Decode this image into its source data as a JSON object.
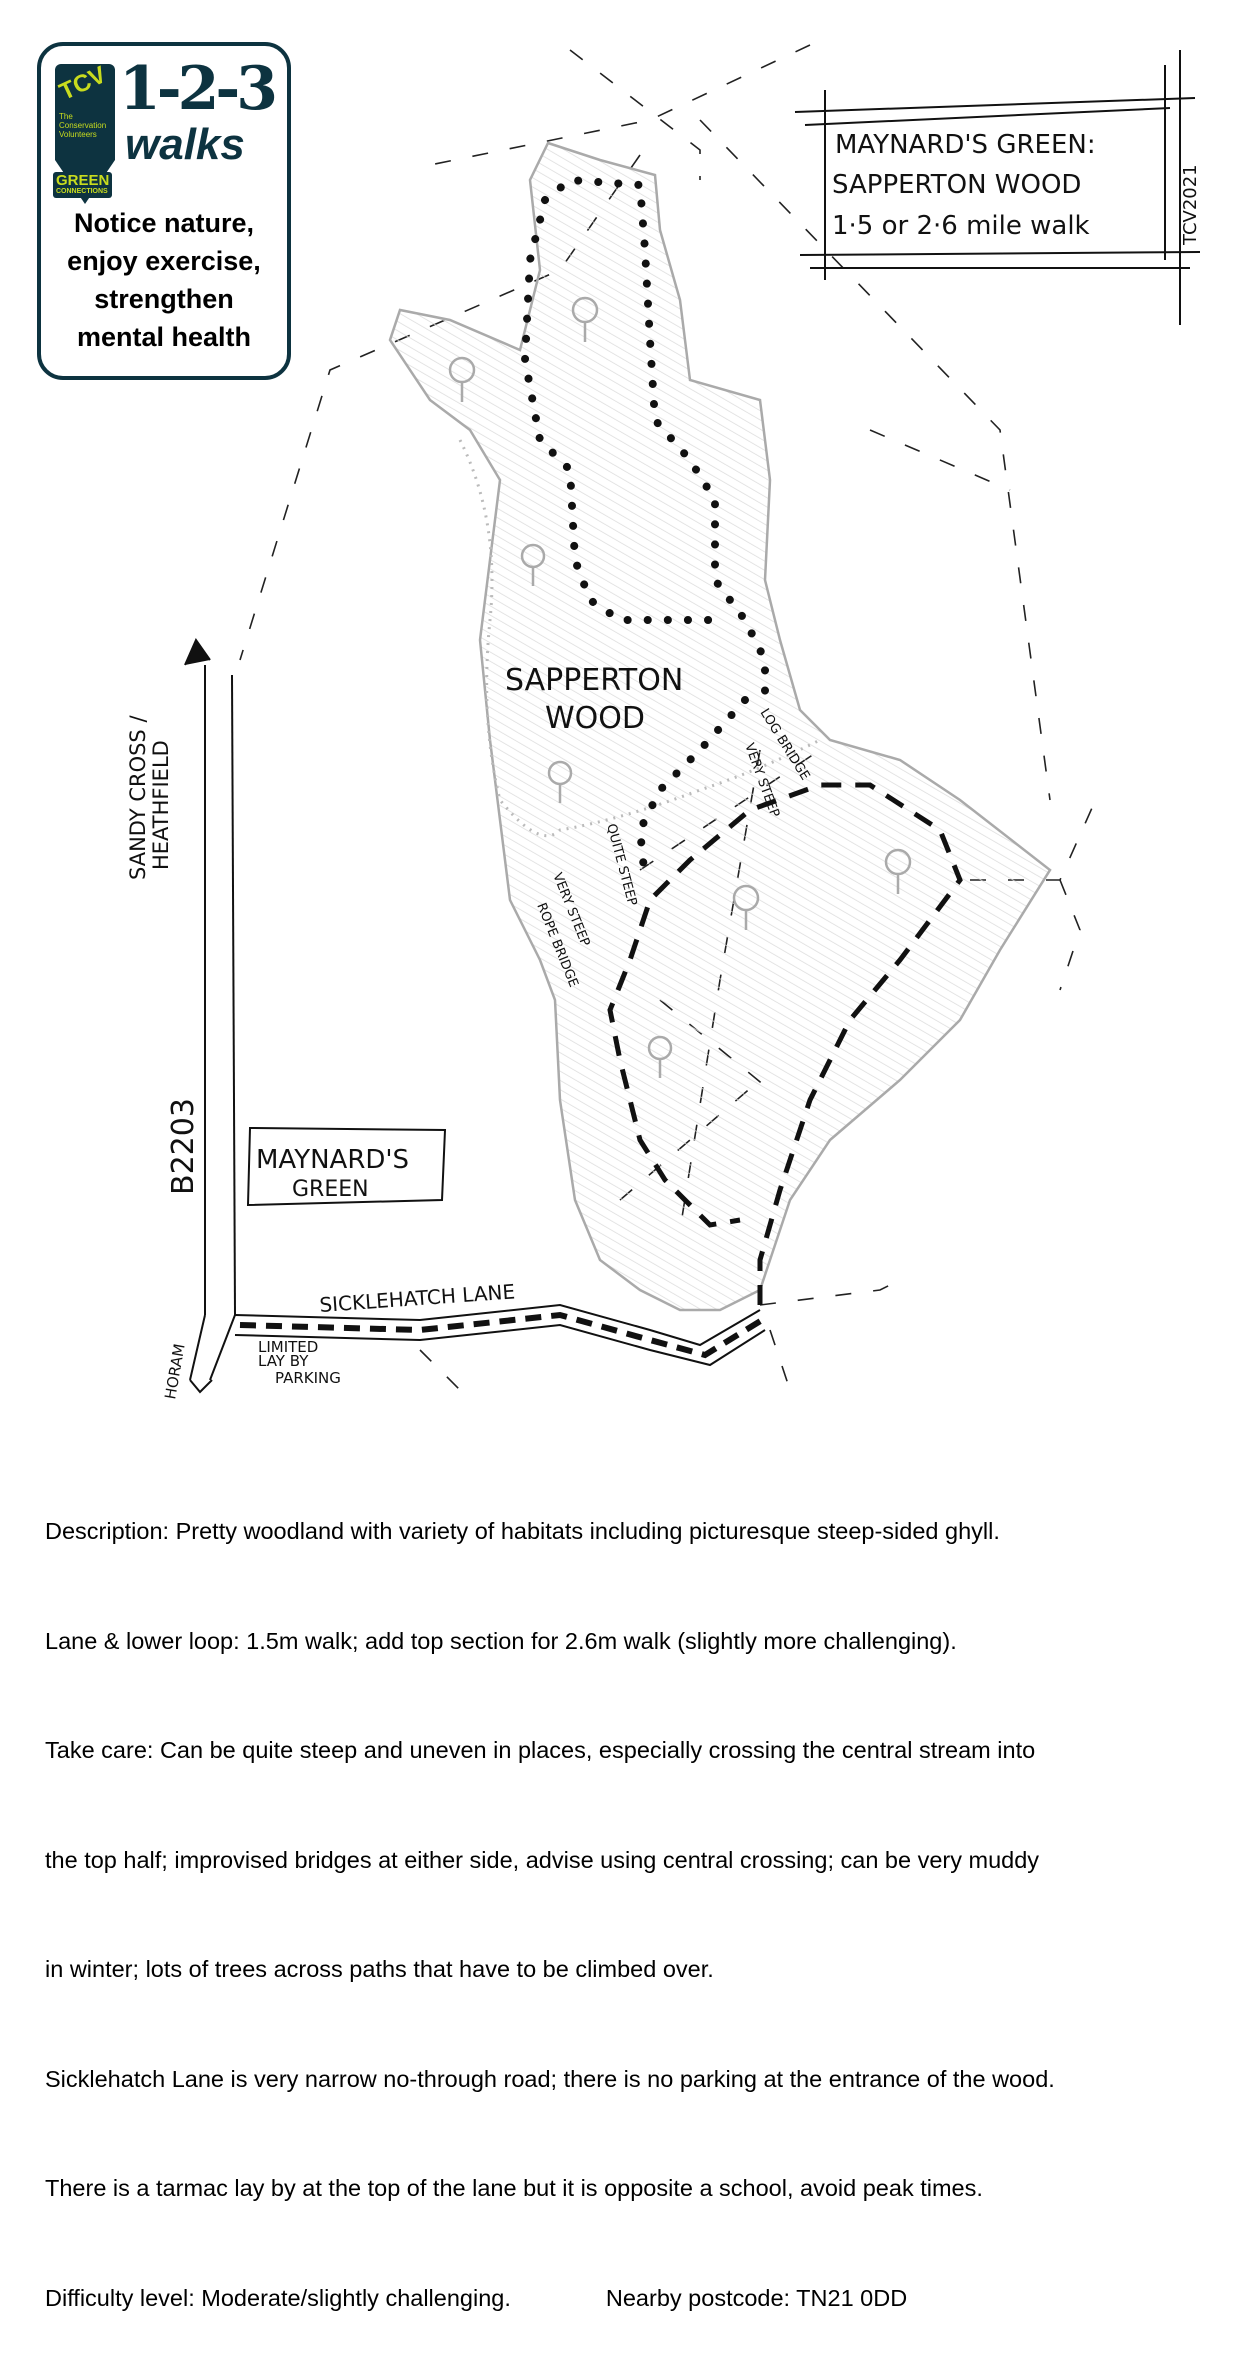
{
  "logo": {
    "brand": "TCV",
    "brand_sub": [
      "The",
      "Conservation",
      "Volunteers"
    ],
    "numbers": "1-2-3",
    "walks": "walks",
    "green": "GREEN",
    "connections": "CONNECTIONS",
    "tagline": [
      "Notice nature,",
      "enjoy exercise,",
      "strengthen",
      "mental health"
    ]
  },
  "title_box": {
    "line1": "MAYNARD'S GREEN:",
    "line2": "SAPPERTON WOOD",
    "line3": "1·5 or 2·6 mile walk",
    "credit": "TCV2021"
  },
  "map_labels": {
    "wood": [
      "SAPPERTON",
      "WOOD"
    ],
    "log_bridge": "LOG BRIDGE",
    "very_steep_1": "VERY STEEP",
    "quite_steep": "QUITE STEEP",
    "very_steep_2": "VERY STEEP",
    "rope_bridge": "ROPE BRIDGE",
    "road_north": [
      "SANDY CROSS /",
      "HEATHFIELD"
    ],
    "road_number": "B2203",
    "village": [
      "MAYNARD'S",
      "GREEN"
    ],
    "lane": "SICKLEHATCH LANE",
    "horam": "HORAM",
    "parking": [
      "LIMITED",
      "LAY BY",
      "PARKING"
    ]
  },
  "description": {
    "lines": [
      "Description: Pretty woodland with variety of habitats including picturesque steep-sided ghyll.",
      "Lane & lower loop: 1.5m walk; add top section for 2.6m walk (slightly more challenging).",
      "Take care: Can be quite steep and uneven in places, especially crossing the central stream into",
      "the top half; improvised bridges at either side, advise using central crossing; can be very muddy",
      "in winter; lots of trees across paths that have to be climbed over.",
      "Sicklehatch Lane is very narrow no-through road; there is no parking at the entrance of the wood.",
      "There is a tarmac lay by at the top of the lane but it is opposite a school, avoid peak times."
    ],
    "difficulty": "Difficulty level: Moderate/slightly challenging.",
    "postcode": "Nearby postcode: TN21 0DD"
  },
  "colors": {
    "brand_navy": "#0d3340",
    "brand_lime": "#c8dc1e",
    "wood_outline": "#aaaaaa"
  }
}
